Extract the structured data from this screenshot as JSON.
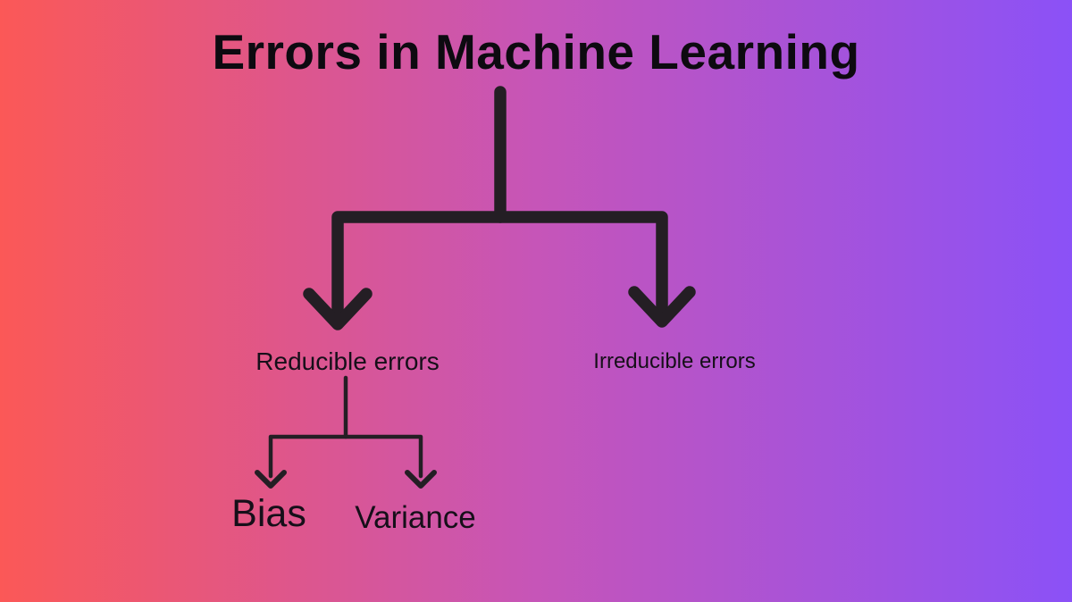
{
  "colors": {
    "gradient_left": "#fb5857",
    "gradient_mid": "#c655b8",
    "gradient_right": "#8b51f7",
    "line_color": "#241e24",
    "title_color": "#0d0a10",
    "label_color": "#160f19"
  },
  "diagram": {
    "type": "tree",
    "title": "Errors in Machine Learning",
    "level1": [
      {
        "id": "reducible-errors",
        "label": "Reducible errors"
      },
      {
        "id": "irreducible-errors",
        "label": "Irreducible errors"
      }
    ],
    "level2_parent": "Reducible errors",
    "level2": [
      {
        "id": "bias",
        "label": "Bias"
      },
      {
        "id": "variance",
        "label": "Variance"
      }
    ]
  }
}
